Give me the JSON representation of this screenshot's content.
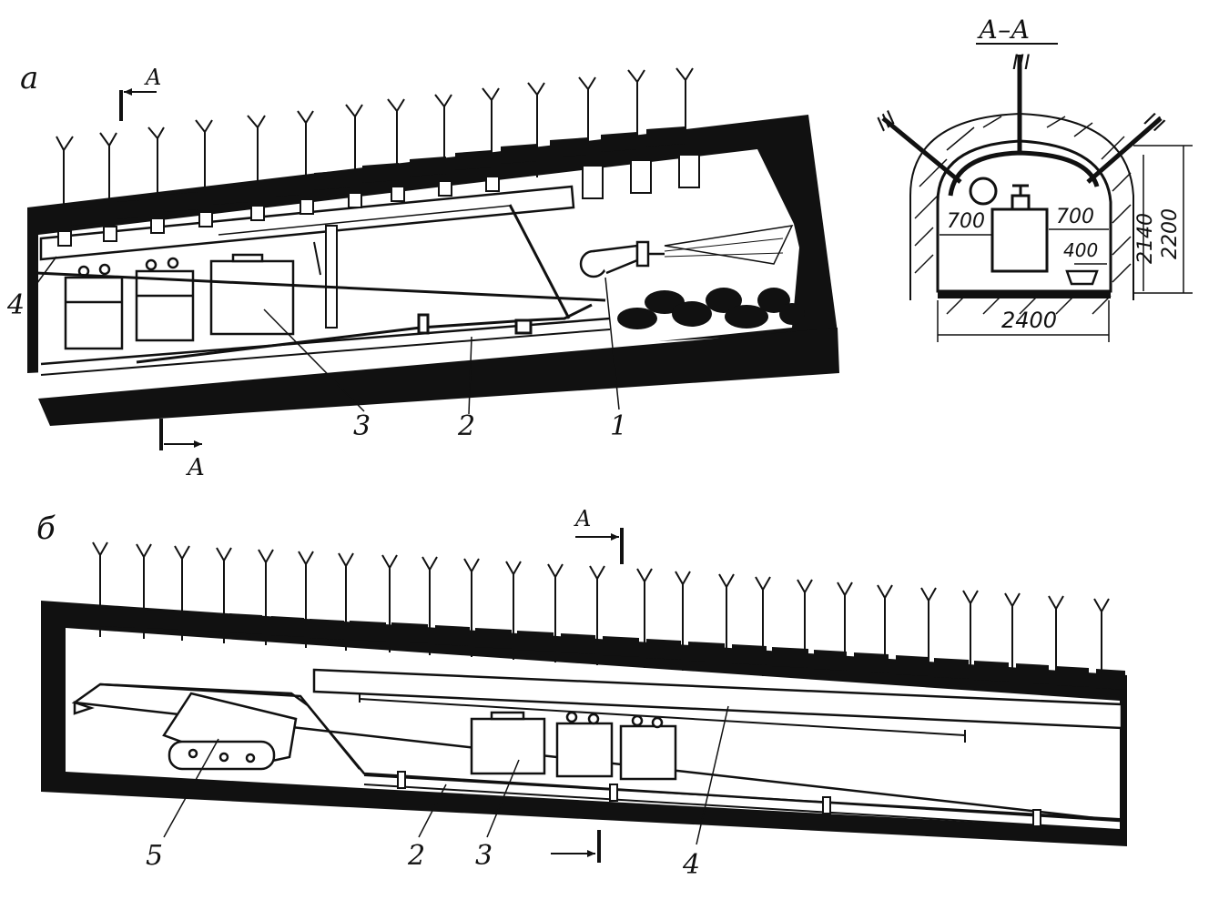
{
  "panel_a": {
    "letter": "а",
    "section_mark": "A",
    "callouts": [
      "1",
      "2",
      "3",
      "4"
    ]
  },
  "panel_b": {
    "letter": "б",
    "section_mark": "A",
    "callouts": [
      "5",
      "2",
      "3",
      "4"
    ]
  },
  "section_view": {
    "title": "А–А",
    "roman_top": "III",
    "roman_left": "III",
    "roman_right": "III",
    "dim_left_gap": "700",
    "dim_right_gap": "700",
    "dim_small": "400",
    "dim_height_inner": "2140",
    "dim_height_outer": "2200",
    "dim_width": "2400"
  },
  "colors": {
    "ink": "#111111",
    "paper": "#ffffff"
  }
}
